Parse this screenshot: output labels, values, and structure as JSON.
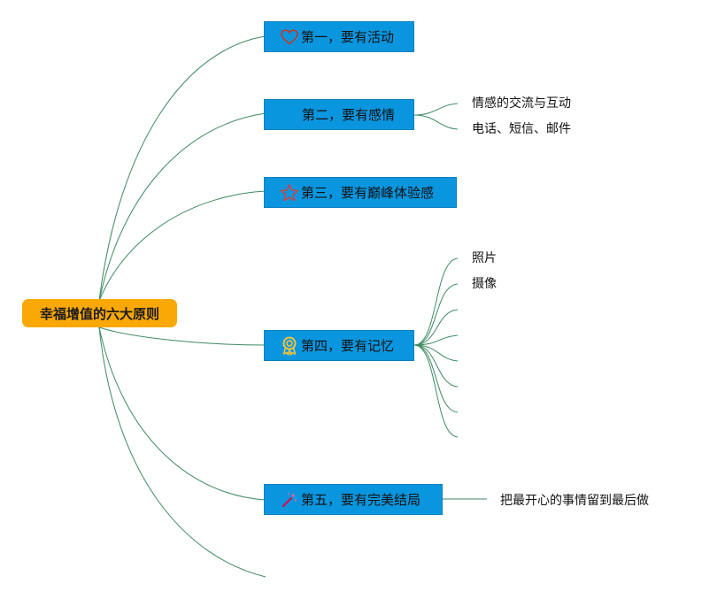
{
  "root": {
    "label": "幸福增值的六大原则"
  },
  "topics": [
    {
      "label": "第一，要有活动",
      "icon": "heart-icon"
    },
    {
      "label": "第二，要有感情",
      "icon": "",
      "subs": [
        "情感的交流与互动",
        "电话、短信、邮件"
      ]
    },
    {
      "label": "第三，要有巅峰体验感",
      "icon": "star-icon"
    },
    {
      "label": "第四，要有记忆",
      "icon": "award-medal-icon",
      "subs": [
        "照片",
        "摄像"
      ]
    },
    {
      "label": "第五，要有完美结局",
      "icon": "magic-wand-icon",
      "subs": [
        "把最开心的事情留到最后做"
      ]
    }
  ],
  "colors": {
    "root_bg": "#f9a806",
    "topic_bg": "#0a96df",
    "connector": "#3e8a63",
    "heart": "#c0392b",
    "star": "#d6403a",
    "medal": "#f2c43b",
    "wand": "#c2185b"
  }
}
